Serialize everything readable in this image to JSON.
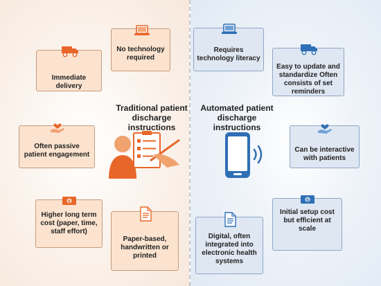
{
  "traditional": {
    "title": "Traditional patient discharge instructions",
    "items": [
      {
        "text": "No technology required",
        "icon": "laptop-icon"
      },
      {
        "text": "Immediate delivery",
        "icon": "truck-icon"
      },
      {
        "text": "Often passive patient engagement",
        "icon": "hand-heart-icon"
      },
      {
        "text": "Higher long term cost (paper, time, staff effort)",
        "icon": "money-icon"
      },
      {
        "text": "Paper-based, handwritten or printed",
        "icon": "document-icon"
      }
    ]
  },
  "automated": {
    "title": "Automated patient discharge instructions",
    "items": [
      {
        "text": "Requires technology literacy",
        "icon": "laptop-icon"
      },
      {
        "text": "Easy to update and standardize Often consists of set reminders",
        "icon": "truck-icon"
      },
      {
        "text": "Can be interactive with patients",
        "icon": "hand-heart-icon"
      },
      {
        "text": "Initial setup cost but efficient at scale",
        "icon": "money-icon"
      },
      {
        "text": "Digital, often integrated into electronic health systems",
        "icon": "document-icon"
      }
    ]
  },
  "colors": {
    "orange_accent": "#e8662a",
    "blue_accent": "#2f6fb5",
    "orange_card": "#fbe3cf",
    "blue_card": "#dfe7f2"
  }
}
